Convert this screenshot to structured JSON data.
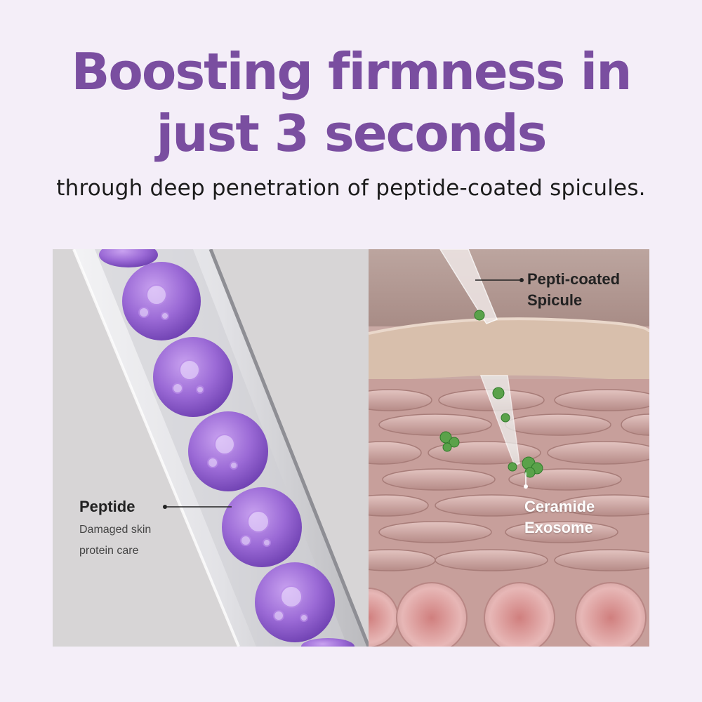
{
  "header": {
    "title_line1": "Boosting firmness in",
    "title_line2": "just 3 seconds",
    "subtitle": "through deep penetration of peptide-coated spicules."
  },
  "left_panel": {
    "label_title": "Peptide",
    "label_line1": "Damaged skin",
    "label_line2": "protein care"
  },
  "right_panel": {
    "spicule_line1": "Pepti-coated",
    "spicule_line2": "Spicule",
    "exosome_line1": "Ceramide",
    "exosome_line2": "Exosome"
  },
  "colors": {
    "accent": "#7a4ea0",
    "background": "#f4eef8",
    "peptide": "#9b6ad6",
    "exosome": "#4a9a3a"
  }
}
